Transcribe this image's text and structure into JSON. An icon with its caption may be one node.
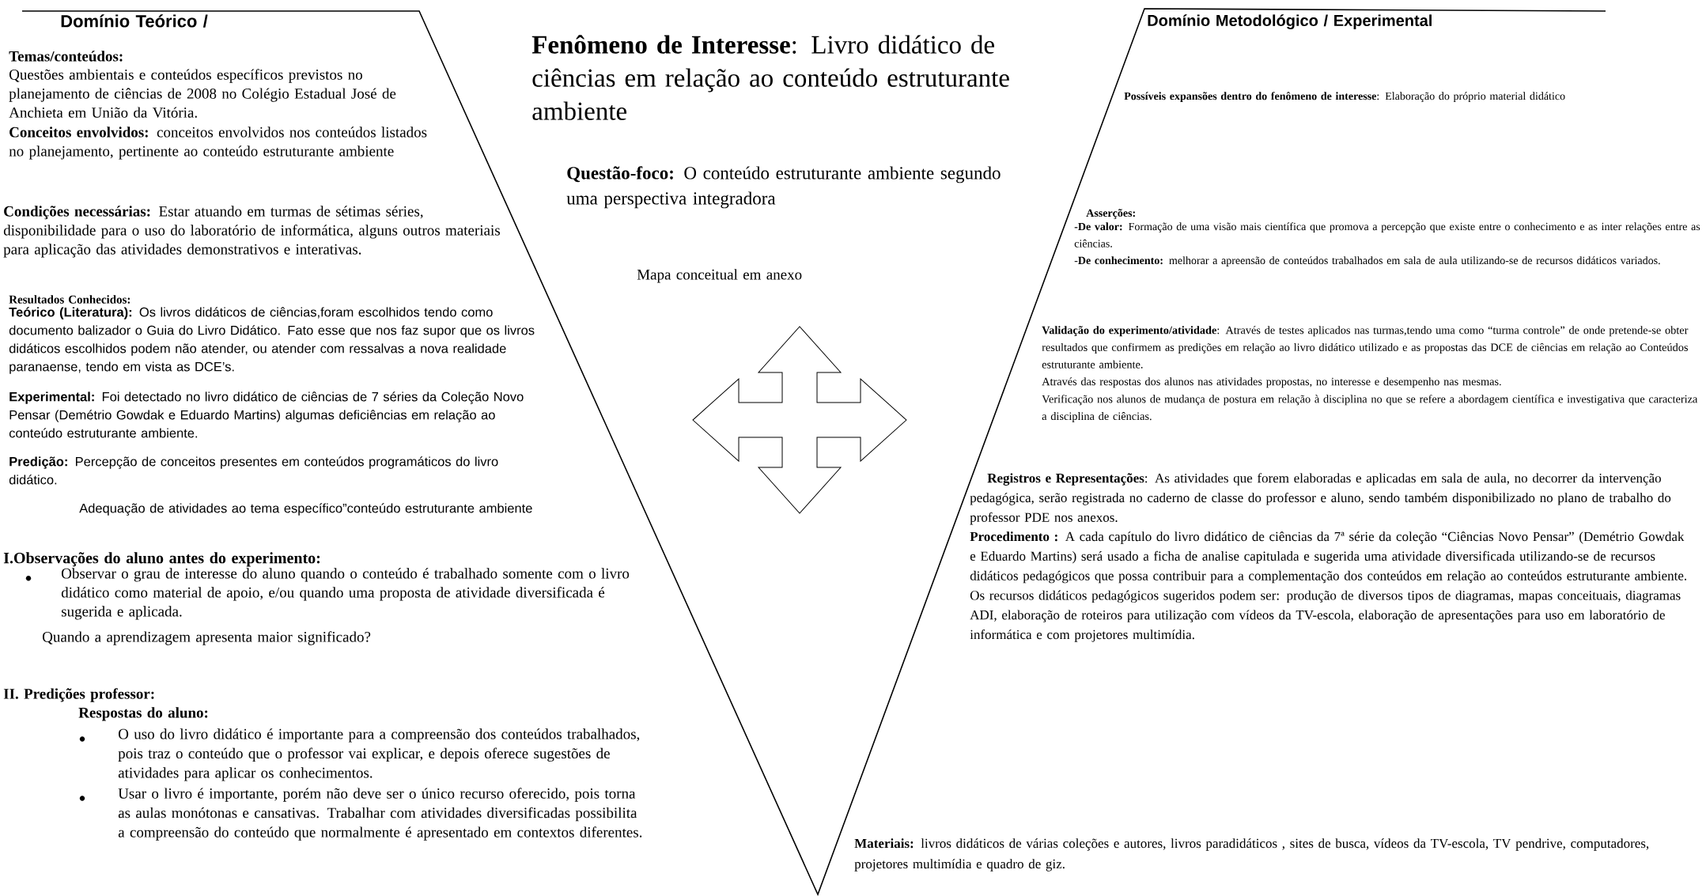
{
  "diagram": {
    "labels": [
      "Domínio Teórico /",
      "Temas/conteúdos:",
      "Questões ambientais e conteúdos específicos previstos no planejamento de ciências de 2008 no Colégio Estadual José de Anchieta em União da Vitória.",
      "**Conceitos envolvidos:** conceitos envolvidos nos conteúdos listados no planejamento, pertinente ao conteúdo estruturante ambiente",
      "**Condições necessárias:** Estar atuando em turmas de sétimas séries, disponibilidade para o uso do laboratório de informática, alguns outros materiais para aplicação das atividades demonstrativos e interativas.",
      "Resultados Conhecidos:",
      "**Teórico (Literatura):** Os livros didáticos de ciências,foram escolhidos tendo como documento balizador o Guia do Livro Didático. Fato esse que nos faz supor que os livros didáticos escolhidos podem não atender, ou atender com ressalvas a nova realidade paranaense, tendo em vista as DCE’s.",
      "**Experimental:** Foi detectado no livro didático de ciências de 7 séries da Coleção Novo Pensar (Demétrio Gowdak e Eduardo Martins) algumas deficiências em relação ao conteúdo estruturante ambiente.",
      "**Predição:** Percepção de conceitos presentes em conteúdos programáticos do livro didático.",
      "Adequação de atividades ao tema específico”conteúdo estruturante ambiente",
      "I.Observações do aluno antes do experimento:",
      "Observar o grau de interesse do aluno quando o conteúdo é trabalhado somente com o livro didático como material de apoio, e/ou quando uma proposta de atividade diversificada é sugerida e aplicada.",
      "Quando a aprendizagem apresenta maior significado?",
      "II. Predições professor:",
      "Respostas do aluno:",
      "O uso do livro didático é importante para a compreensão dos conteúdos trabalhados, pois traz o conteúdo que o professor vai explicar, e depois oferece sugestões de atividades para aplicar os conhecimentos.",
      "Usar o livro é importante, porém não deve ser o único recurso oferecido, pois torna as aulas monótonas e cansativas. Trabalhar com atividades diversificadas possibilita a compreensão do conteúdo que normalmente é apresentado em contextos diferentes.",
      "**Fenômeno de Interesse**: Livro didático de ciências em relação ao conteúdo estruturante ambiente",
      "**Questão-foco:** O conteúdo estruturante ambiente segundo uma perspectiva integradora",
      "Mapa conceitual em anexo",
      "Domínio Metodológico / Experimental",
      "**Possíveis expansões dentro do fenômeno de interesse**: Elaboração do próprio material didático",
      "Asserções:",
      "**-De valor:** Formação de uma visão mais científica que promova a percepção que existe entre o conhecimento e as inter relações entre as ciências.",
      "-**De conhecimento:** melhorar a apreensão de conteúdos trabalhados em sala de aula utilizando-se de recursos didáticos variados.",
      "**Validação do experimento/atividade**: Através de testes aplicados nas turmas,tendo uma como “turma controle” de onde pretende-se obter resultados que confirmem as predições em relação ao livro didático utilizado e as propostas das DCE de ciências em relação ao Conteúdos estruturante ambiente.",
      "Através das respostas dos alunos nas atividades propostas, no interesse e desempenho nas mesmas.",
      "Verificação nos alunos de mudança de postura em relação à disciplina no que se refere a abordagem científica e investigativa que caracteriza a disciplina de ciências.",
      "**Registros e Representações**: As atividades que forem elaboradas e aplicadas em sala de aula, no decorrer da intervenção pedagógica, serão registrada no caderno de classe do professor e aluno, sendo também disponibilizado no plano de trabalho do professor PDE nos anexos.",
      "**Procedimento :** A cada capítulo do livro didático de ciências da 7ª série da coleção “Ciências Novo Pensar” (Demétrio Gowdak e Eduardo Martins) será usado a ficha de analise capitulada e sugerida uma atividade diversificada utilizando-se de recursos didáticos pedagógicos que possa contribuir para a complementação dos conteúdos em relação ao conteúdos estruturante ambiente. Os recursos didáticos pedagógicos sugeridos podem ser: produção de diversos tipos de diagramas, mapas conceituais, diagramas ADI, elaboração de roteiros para utilização com vídeos da TV-escola, elaboração de apresentações para uso em laboratório de informática e com projetores multimídia.",
      "**Materiais:** livros didáticos de várias coleções e autores, livros paradidáticos , sites de busca, vídeos da TV-escola, TV pendrive, computadores, projetores multimídia e quadro de giz."
    ]
  }
}
